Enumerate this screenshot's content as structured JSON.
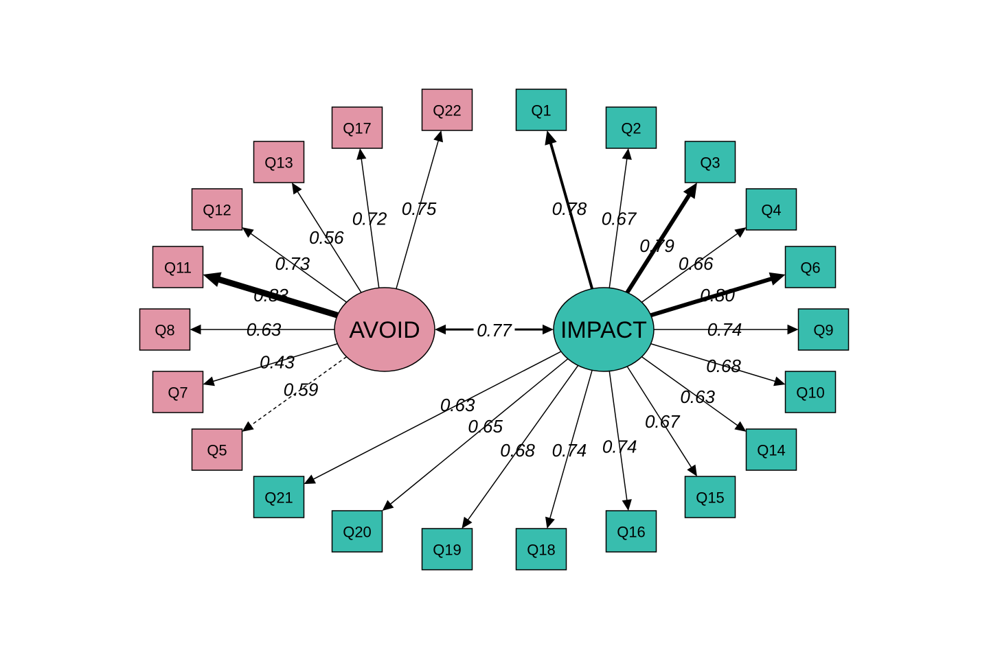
{
  "colors": {
    "avoid": "#e295a6",
    "impact": "#38bdae",
    "stroke": "#000000"
  },
  "latents": [
    {
      "id": "avoid",
      "label": "AVOID",
      "group": "avoid"
    },
    {
      "id": "impact",
      "label": "IMPACT",
      "group": "impact"
    }
  ],
  "indicators": [
    {
      "id": "q22",
      "label": "Q22",
      "group": "avoid"
    },
    {
      "id": "q17",
      "label": "Q17",
      "group": "avoid"
    },
    {
      "id": "q13",
      "label": "Q13",
      "group": "avoid"
    },
    {
      "id": "q12",
      "label": "Q12",
      "group": "avoid"
    },
    {
      "id": "q11",
      "label": "Q11",
      "group": "avoid"
    },
    {
      "id": "q8",
      "label": "Q8",
      "group": "avoid"
    },
    {
      "id": "q7",
      "label": "Q7",
      "group": "avoid"
    },
    {
      "id": "q5",
      "label": "Q5",
      "group": "avoid"
    },
    {
      "id": "q1",
      "label": "Q1",
      "group": "impact"
    },
    {
      "id": "q2",
      "label": "Q2",
      "group": "impact"
    },
    {
      "id": "q3",
      "label": "Q3",
      "group": "impact"
    },
    {
      "id": "q4",
      "label": "Q4",
      "group": "impact"
    },
    {
      "id": "q6",
      "label": "Q6",
      "group": "impact"
    },
    {
      "id": "q9",
      "label": "Q9",
      "group": "impact"
    },
    {
      "id": "q10",
      "label": "Q10",
      "group": "impact"
    },
    {
      "id": "q14",
      "label": "Q14",
      "group": "impact"
    },
    {
      "id": "q15",
      "label": "Q15",
      "group": "impact"
    },
    {
      "id": "q16",
      "label": "Q16",
      "group": "impact"
    },
    {
      "id": "q18",
      "label": "Q18",
      "group": "impact"
    },
    {
      "id": "q19",
      "label": "Q19",
      "group": "impact"
    },
    {
      "id": "q20",
      "label": "Q20",
      "group": "impact"
    },
    {
      "id": "q21",
      "label": "Q21",
      "group": "impact"
    }
  ],
  "loadings": [
    {
      "from": "avoid",
      "to": "q22",
      "value": "0.75",
      "weight": 0.75
    },
    {
      "from": "avoid",
      "to": "q17",
      "value": "0.72",
      "weight": 0.72
    },
    {
      "from": "avoid",
      "to": "q13",
      "value": "0.56",
      "weight": 0.56
    },
    {
      "from": "avoid",
      "to": "q12",
      "value": "0.73",
      "weight": 0.73
    },
    {
      "from": "avoid",
      "to": "q11",
      "value": "0.83",
      "weight": 0.83
    },
    {
      "from": "avoid",
      "to": "q8",
      "value": "0.63",
      "weight": 0.63
    },
    {
      "from": "avoid",
      "to": "q7",
      "value": "0.43",
      "weight": 0.43
    },
    {
      "from": "avoid",
      "to": "q5",
      "value": "0.59",
      "weight": 0.59,
      "dashed": true
    },
    {
      "from": "impact",
      "to": "q1",
      "value": "0.78",
      "weight": 0.78
    },
    {
      "from": "impact",
      "to": "q2",
      "value": "0.67",
      "weight": 0.67
    },
    {
      "from": "impact",
      "to": "q3",
      "value": "0.79",
      "weight": 0.79
    },
    {
      "from": "impact",
      "to": "q4",
      "value": "0.66",
      "weight": 0.66
    },
    {
      "from": "impact",
      "to": "q6",
      "value": "0.80",
      "weight": 0.8
    },
    {
      "from": "impact",
      "to": "q9",
      "value": "0.74",
      "weight": 0.74
    },
    {
      "from": "impact",
      "to": "q10",
      "value": "0.68",
      "weight": 0.68
    },
    {
      "from": "impact",
      "to": "q14",
      "value": "0.63",
      "weight": 0.63
    },
    {
      "from": "impact",
      "to": "q15",
      "value": "0.67",
      "weight": 0.67
    },
    {
      "from": "impact",
      "to": "q16",
      "value": "0.74",
      "weight": 0.74
    },
    {
      "from": "impact",
      "to": "q18",
      "value": "0.74",
      "weight": 0.74
    },
    {
      "from": "impact",
      "to": "q19",
      "value": "0.68",
      "weight": 0.68
    },
    {
      "from": "impact",
      "to": "q20",
      "value": "0.65",
      "weight": 0.65
    },
    {
      "from": "impact",
      "to": "q21",
      "value": "0.63",
      "weight": 0.63
    }
  ],
  "correlation": {
    "from": "avoid",
    "to": "impact",
    "value": "0.77",
    "weight": 0.77
  }
}
